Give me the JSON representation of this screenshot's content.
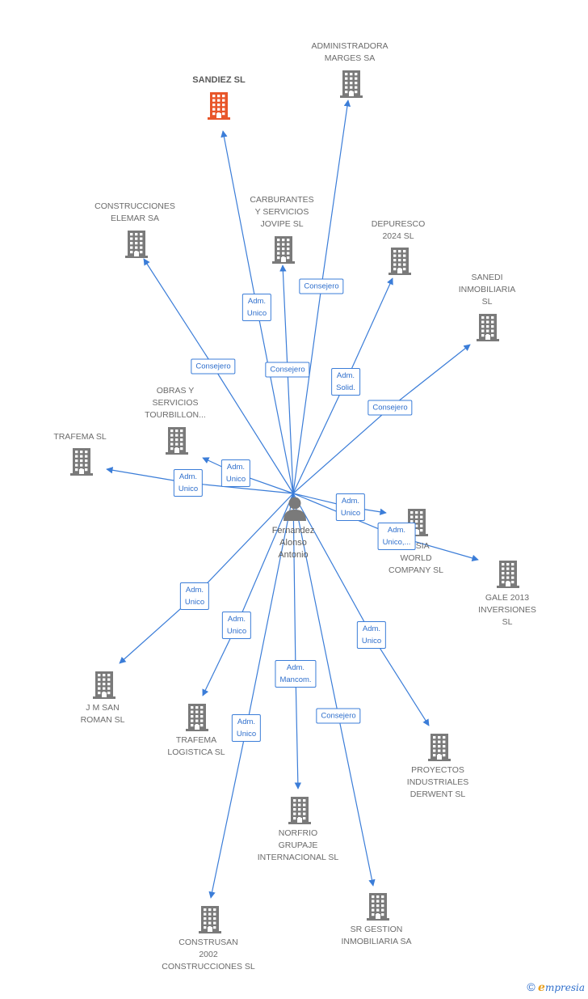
{
  "center": {
    "name": "Fernandez\nAlonso\nAntonio",
    "icon": "person-icon"
  },
  "colors": {
    "highlight": "#e8562a",
    "node": "#7a7a7a",
    "edge": "#3b7dd8"
  },
  "nodes": [
    {
      "id": "sandiez",
      "label": "SANDIEZ  SL",
      "highlight": true
    },
    {
      "id": "administradora",
      "label": "ADMINISTRADORA\nMARGES SA"
    },
    {
      "id": "construcciones-elemar",
      "label": "CONSTRUCCIONES\nELEMAR SA"
    },
    {
      "id": "carburantes",
      "label": "CARBURANTES\nY SERVICIOS\nJOVIPE SL"
    },
    {
      "id": "depuresco",
      "label": "DEPURESCO\n2024  SL"
    },
    {
      "id": "sanedi",
      "label": "SANEDI\nINMOBILIARIA\nSL"
    },
    {
      "id": "obras",
      "label": "OBRAS Y\nSERVICIOS\nTOURBILLON..."
    },
    {
      "id": "trafema",
      "label": "TRAFEMA SL"
    },
    {
      "id": "world",
      "label": "...RSIA\nWORLD\nCOMPANY  SL"
    },
    {
      "id": "gale",
      "label": "GALE 2013\nINVERSIONES\nSL"
    },
    {
      "id": "jm-san-roman",
      "label": "J M SAN\nROMAN  SL"
    },
    {
      "id": "trafema-logistica",
      "label": "TRAFEMA\nLOGISTICA  SL"
    },
    {
      "id": "proyectos",
      "label": "PROYECTOS\nINDUSTRIALES\nDERWENT  SL"
    },
    {
      "id": "norfrio",
      "label": "NORFRIO\nGRUPAJE\nINTERNACIONAL SL"
    },
    {
      "id": "construsan",
      "label": "CONSTRUSAN\n2002\nCONSTRUCCIONES SL"
    },
    {
      "id": "sr-gestion",
      "label": "SR GESTION\nINMOBILIARIA SA"
    }
  ],
  "edges": [
    {
      "to": "sandiez",
      "label": "Adm.\nUnico"
    },
    {
      "to": "administradora",
      "label": "Consejero"
    },
    {
      "to": "construcciones-elemar",
      "label": "Consejero"
    },
    {
      "to": "carburantes",
      "label": "Consejero"
    },
    {
      "to": "depuresco",
      "label": "Adm.\nSolid."
    },
    {
      "to": "sanedi",
      "label": "Consejero"
    },
    {
      "to": "obras",
      "label": "Adm.\nUnico"
    },
    {
      "to": "trafema",
      "label": "Adm.\nUnico"
    },
    {
      "to": "world",
      "label": "Adm.\nUnico"
    },
    {
      "to": "gale",
      "label": "Adm.\nUnico,..."
    },
    {
      "to": "jm-san-roman",
      "label": "Adm.\nUnico"
    },
    {
      "to": "trafema-logistica",
      "label": "Adm.\nUnico"
    },
    {
      "to": "proyectos",
      "label": "Adm.\nUnico"
    },
    {
      "to": "norfrio",
      "label": "Adm.\nMancom."
    },
    {
      "to": "construsan",
      "label": "Adm.\nUnico"
    },
    {
      "to": "sr-gestion",
      "label": "Consejero"
    }
  ],
  "footer": {
    "copyright": "©",
    "brand_initial": "e",
    "brand_rest": "mpresia"
  }
}
